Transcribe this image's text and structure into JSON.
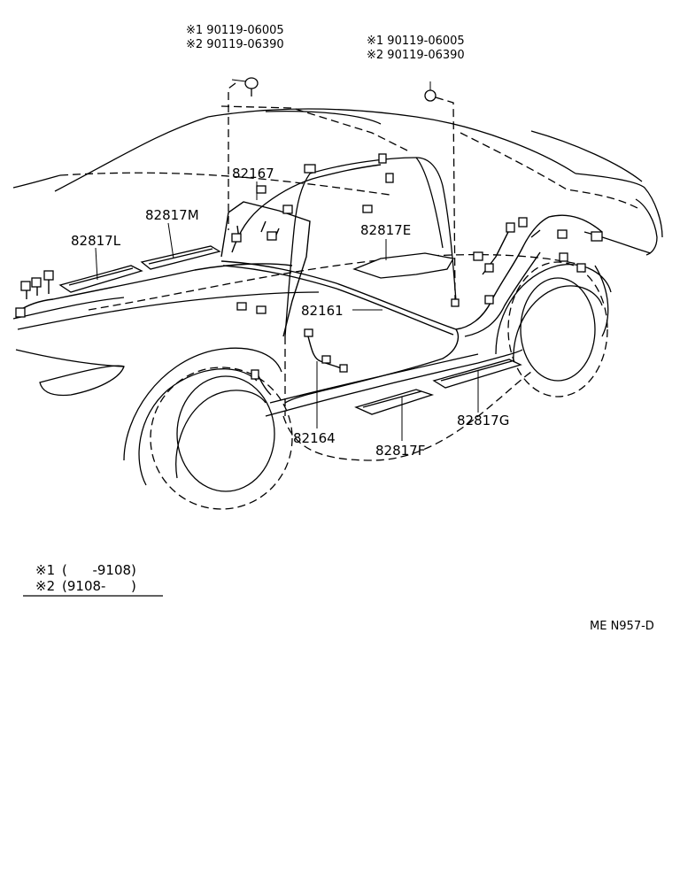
{
  "clip_notes": {
    "left": {
      "line1": "※1 90119-06005",
      "line2": "※2 90119-06390"
    },
    "right": {
      "line1": "※1 90119-06005",
      "line2": "※2 90119-06390"
    }
  },
  "part_labels": {
    "p82167": "82167",
    "p82817M": "82817M",
    "p82817L": "82817L",
    "p82817E": "82817E",
    "p82161": "82161",
    "p82164": "82164",
    "p82817F": "82817F",
    "p82817G": "82817G"
  },
  "legend": {
    "row1": {
      "mark": "※1",
      "range": "(      -9108)"
    },
    "row2": {
      "mark": "※2",
      "range": "(9108-      )"
    }
  },
  "figure_code": "ME N957-D"
}
